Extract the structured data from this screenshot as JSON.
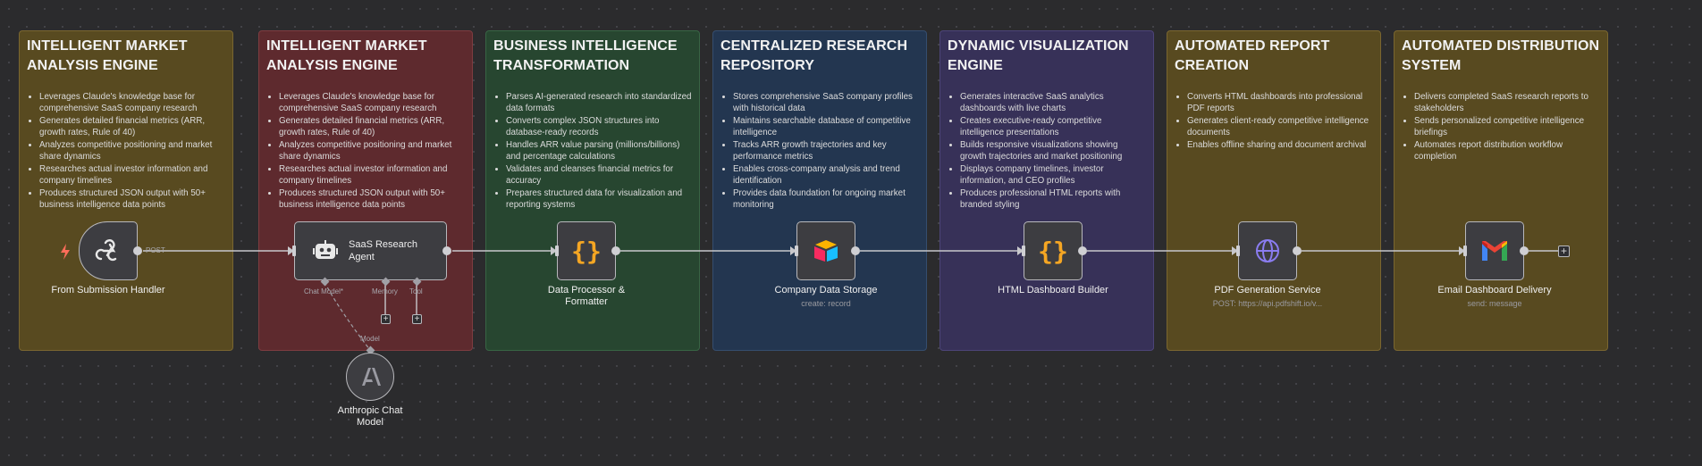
{
  "notes": [
    {
      "title": "INTELLIGENT MARKET ANALYSIS ENGINE",
      "bg": "#584a20",
      "border": "#7a6630",
      "bullets": [
        "Leverages Claude's knowledge base for comprehensive SaaS company research",
        "Generates detailed financial metrics (ARR, growth rates, Rule of 40)",
        "Analyzes competitive positioning and market share dynamics",
        "Researches actual investor information and company timelines",
        "Produces structured JSON output with 50+ business intelligence data points"
      ]
    },
    {
      "title": "INTELLIGENT MARKET ANALYSIS ENGINE",
      "bg": "#5e2a2e",
      "border": "#7e3c40",
      "bullets": [
        "Leverages Claude's knowledge base for comprehensive SaaS company research",
        "Generates detailed financial metrics (ARR, growth rates, Rule of 40)",
        "Analyzes competitive positioning and market share dynamics",
        "Researches actual investor information and company timelines",
        "Produces structured JSON output with 50+ business intelligence data points"
      ]
    },
    {
      "title": "BUSINESS INTELLIGENCE TRANSFORMATION",
      "bg": "#274630",
      "border": "#386544",
      "bullets": [
        "Parses AI-generated research into standardized data formats",
        "Converts complex JSON structures into database-ready records",
        "Handles ARR value parsing (millions/billions) and percentage calculations",
        "Validates and cleanses financial metrics for accuracy",
        "Prepares structured data for visualization and reporting systems"
      ]
    },
    {
      "title": "CENTRALIZED RESEARCH REPOSITORY",
      "bg": "#233650",
      "border": "#354d6e",
      "bullets": [
        "Stores comprehensive SaaS company profiles with historical data",
        "Maintains searchable database of competitive intelligence",
        "Tracks ARR growth trajectories and key performance metrics",
        "Enables cross-company analysis and trend identification",
        "Provides data foundation for ongoing market monitoring"
      ]
    },
    {
      "title": "DYNAMIC VISUALIZATION ENGINE",
      "bg": "#373158",
      "border": "#4c4478",
      "bullets": [
        "Generates interactive SaaS analytics dashboards with live charts",
        "Creates executive-ready competitive intelligence presentations",
        "Builds responsive visualizations showing growth trajectories and market positioning",
        "Displays company timelines, investor information, and CEO profiles",
        "Produces professional HTML reports with branded styling"
      ]
    },
    {
      "title": "AUTOMATED REPORT CREATION",
      "bg": "#584a20",
      "border": "#7a6630",
      "bullets": [
        "Converts HTML dashboards into professional PDF reports",
        "Generates client-ready competitive intelligence documents",
        "Enables offline sharing and document archival"
      ]
    },
    {
      "title": "AUTOMATED DISTRIBUTION SYSTEM",
      "bg": "#584a20",
      "border": "#7a6630",
      "bullets": [
        "Delivers completed SaaS research reports to stakeholders",
        "Sends personalized competitive intelligence briefings",
        "Automates report distribution workflow completion"
      ]
    }
  ],
  "nodes": {
    "trigger": {
      "label": "From Submission Handler",
      "edge_label": "POST",
      "icon": "webhook-icon"
    },
    "agent": {
      "title_line1": "SaaS Research",
      "title_line2": "Agent",
      "icon": "robot-icon",
      "ports": {
        "chat_model": "Chat Model*",
        "memory": "Memory",
        "tool": "Tool"
      }
    },
    "model": {
      "label_line1": "Anthropic Chat",
      "label_line2": "Model",
      "port": "Model",
      "icon": "anthropic-icon"
    },
    "processor": {
      "label_line1": "Data Processor &",
      "label_line2": "Formatter",
      "icon": "code-braces-icon"
    },
    "storage": {
      "label": "Company Data Storage",
      "sub": "create: record",
      "icon": "airtable-icon"
    },
    "dashboard": {
      "label": "HTML Dashboard Builder",
      "icon": "code-braces-icon"
    },
    "pdf": {
      "label": "PDF Generation Service",
      "sub": "POST: https://api.pdfshift.io/v...",
      "icon": "globe-icon"
    },
    "email": {
      "label": "Email Dashboard Delivery",
      "sub": "send: message",
      "icon": "gmail-icon"
    }
  },
  "colors": {
    "accent_orange": "#f5a623",
    "trigger_bolt": "#ff6d5a",
    "wire": "#c8c8cc"
  }
}
